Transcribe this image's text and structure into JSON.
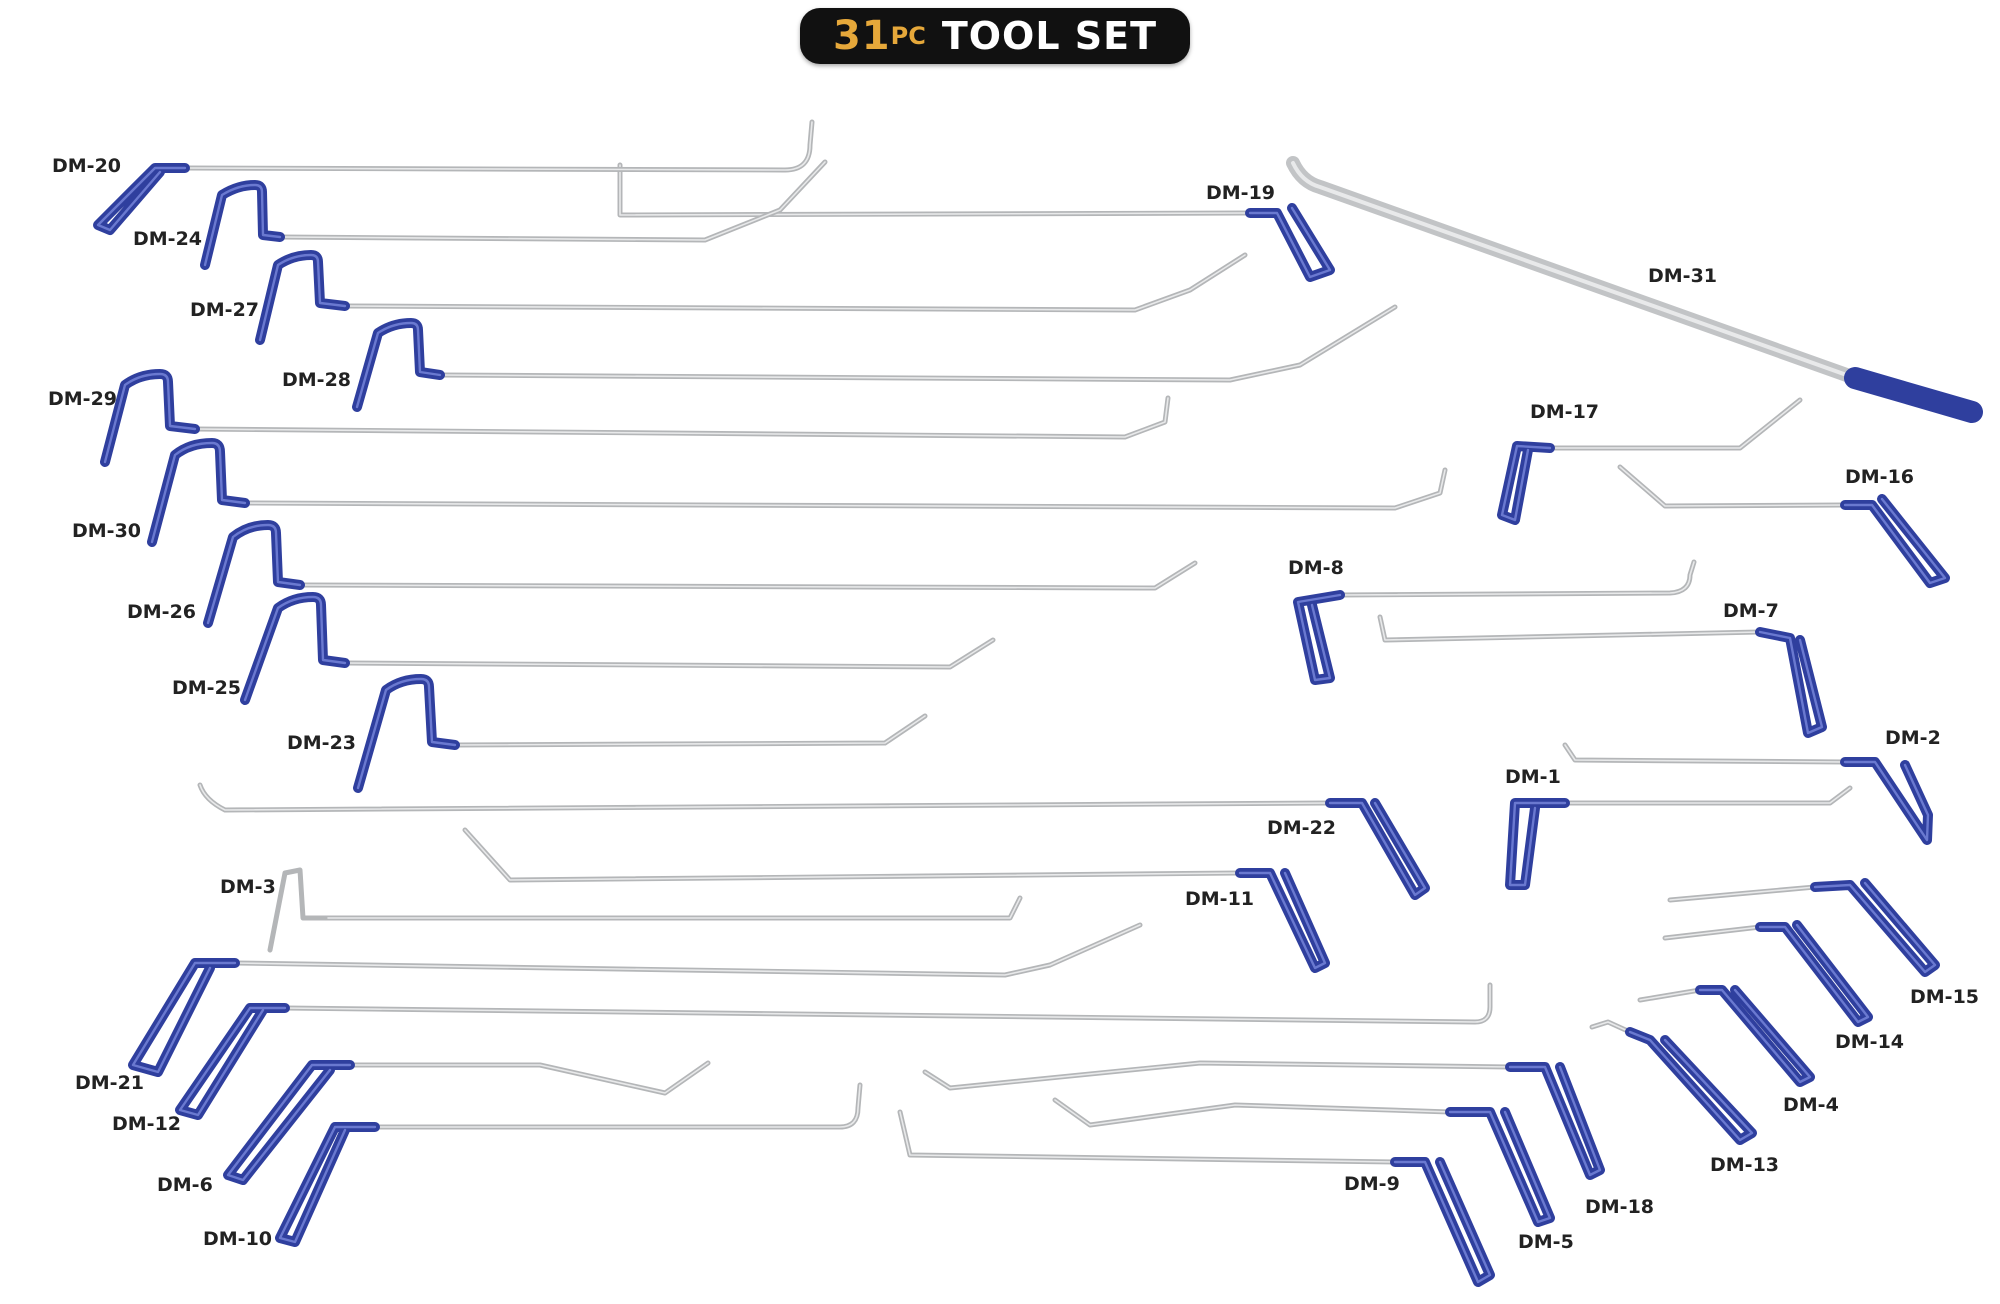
{
  "header": {
    "count": "31",
    "unit": "PC",
    "title": "TOOL SET"
  },
  "colors": {
    "badge_bg": "#111111",
    "badge_accent": "#e6a83a",
    "handle_blue": "#2f3f9e",
    "rod_steel": "#b4b6b8"
  },
  "tools": [
    {
      "id": "DM-1",
      "handle": "teardrop"
    },
    {
      "id": "DM-2",
      "handle": "teardrop"
    },
    {
      "id": "DM-3",
      "handle": "none"
    },
    {
      "id": "DM-4",
      "handle": "loop"
    },
    {
      "id": "DM-5",
      "handle": "loop"
    },
    {
      "id": "DM-6",
      "handle": "loop"
    },
    {
      "id": "DM-7",
      "handle": "loop"
    },
    {
      "id": "DM-8",
      "handle": "loop"
    },
    {
      "id": "DM-9",
      "handle": "loop"
    },
    {
      "id": "DM-10",
      "handle": "loop"
    },
    {
      "id": "DM-11",
      "handle": "loop"
    },
    {
      "id": "DM-12",
      "handle": "loop"
    },
    {
      "id": "DM-13",
      "handle": "loop"
    },
    {
      "id": "DM-14",
      "handle": "loop"
    },
    {
      "id": "DM-15",
      "handle": "loop"
    },
    {
      "id": "DM-16",
      "handle": "loop"
    },
    {
      "id": "DM-17",
      "handle": "loop"
    },
    {
      "id": "DM-18",
      "handle": "loop"
    },
    {
      "id": "DM-19",
      "handle": "loop"
    },
    {
      "id": "DM-20",
      "handle": "loop"
    },
    {
      "id": "DM-21",
      "handle": "loop"
    },
    {
      "id": "DM-22",
      "handle": "loop"
    },
    {
      "id": "DM-23",
      "handle": "hook"
    },
    {
      "id": "DM-24",
      "handle": "hook"
    },
    {
      "id": "DM-25",
      "handle": "hook"
    },
    {
      "id": "DM-26",
      "handle": "hook"
    },
    {
      "id": "DM-27",
      "handle": "hook"
    },
    {
      "id": "DM-28",
      "handle": "hook"
    },
    {
      "id": "DM-29",
      "handle": "hook"
    },
    {
      "id": "DM-30",
      "handle": "hook"
    },
    {
      "id": "DM-31",
      "handle": "flat-bar"
    }
  ]
}
